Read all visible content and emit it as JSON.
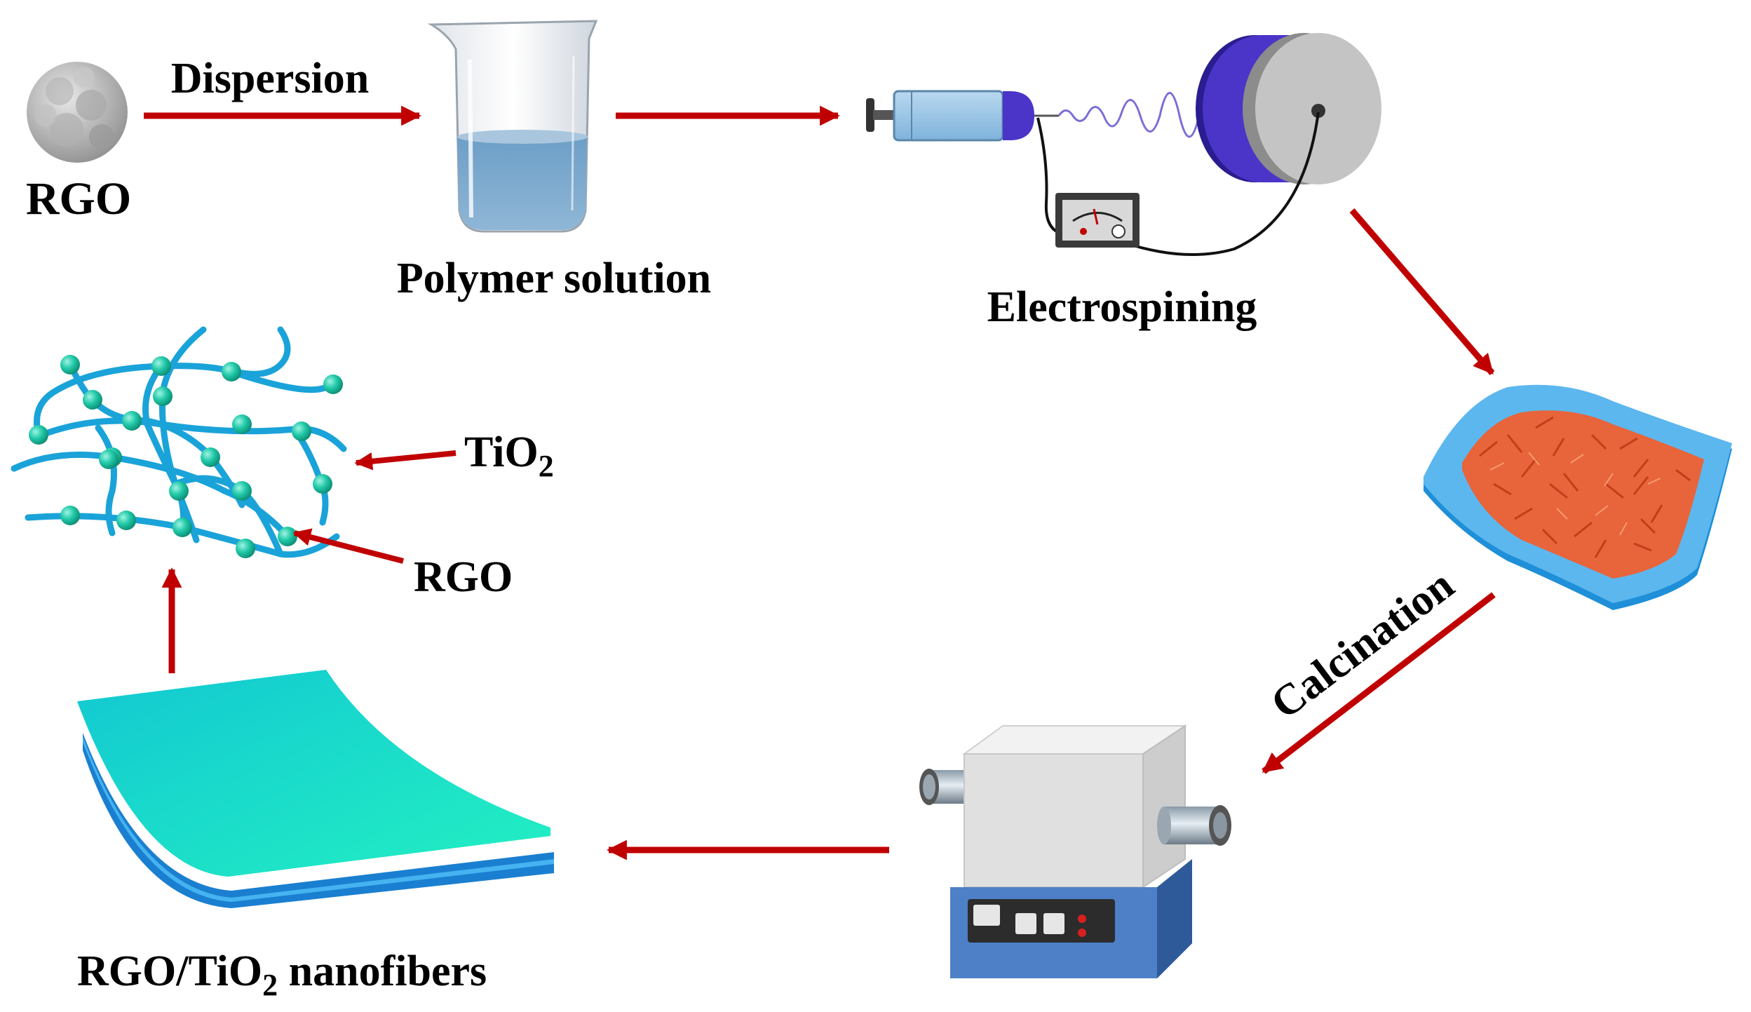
{
  "labels": {
    "rgo_top": "RGO",
    "dispersion": "Dispersion",
    "polymer_solution": "Polymer solution",
    "electrospinning": "Electrospining",
    "calcination": "Calcination",
    "tio2_main": "TiO",
    "tio2_sub": "2",
    "rgo_net": "RGO",
    "nanofibers_pre": "RGO/TiO",
    "nanofibers_sub": "2",
    "nanofibers_post": " nanofibers"
  },
  "colors": {
    "arrow": "#c00000",
    "fiber": "#1aa3d9",
    "bead": "#20c9a8",
    "mat_blue": "#3aa0e0",
    "mat_fiber": "#e8643a",
    "sheet_top": "#20e3c8",
    "sheet_bottom": "#2a98e8",
    "collector_purple": "#4a35c8",
    "collector_gray": "#bdbdbd",
    "liquid": "#5c8fb8",
    "furnace_body": "#e3e3e3",
    "furnace_base": "#3f6fb5"
  },
  "icons": {
    "rgo_particle": "rgo-particle-icon",
    "beaker": "beaker-icon",
    "syringe": "syringe-icon",
    "collector": "rotating-collector-icon",
    "voltmeter": "high-voltage-supply-icon",
    "fiber_mat": "fiber-mat-icon",
    "furnace": "tube-furnace-icon",
    "sheet": "nanofiber-sheet-icon",
    "network": "rgo-tio2-network-icon"
  }
}
